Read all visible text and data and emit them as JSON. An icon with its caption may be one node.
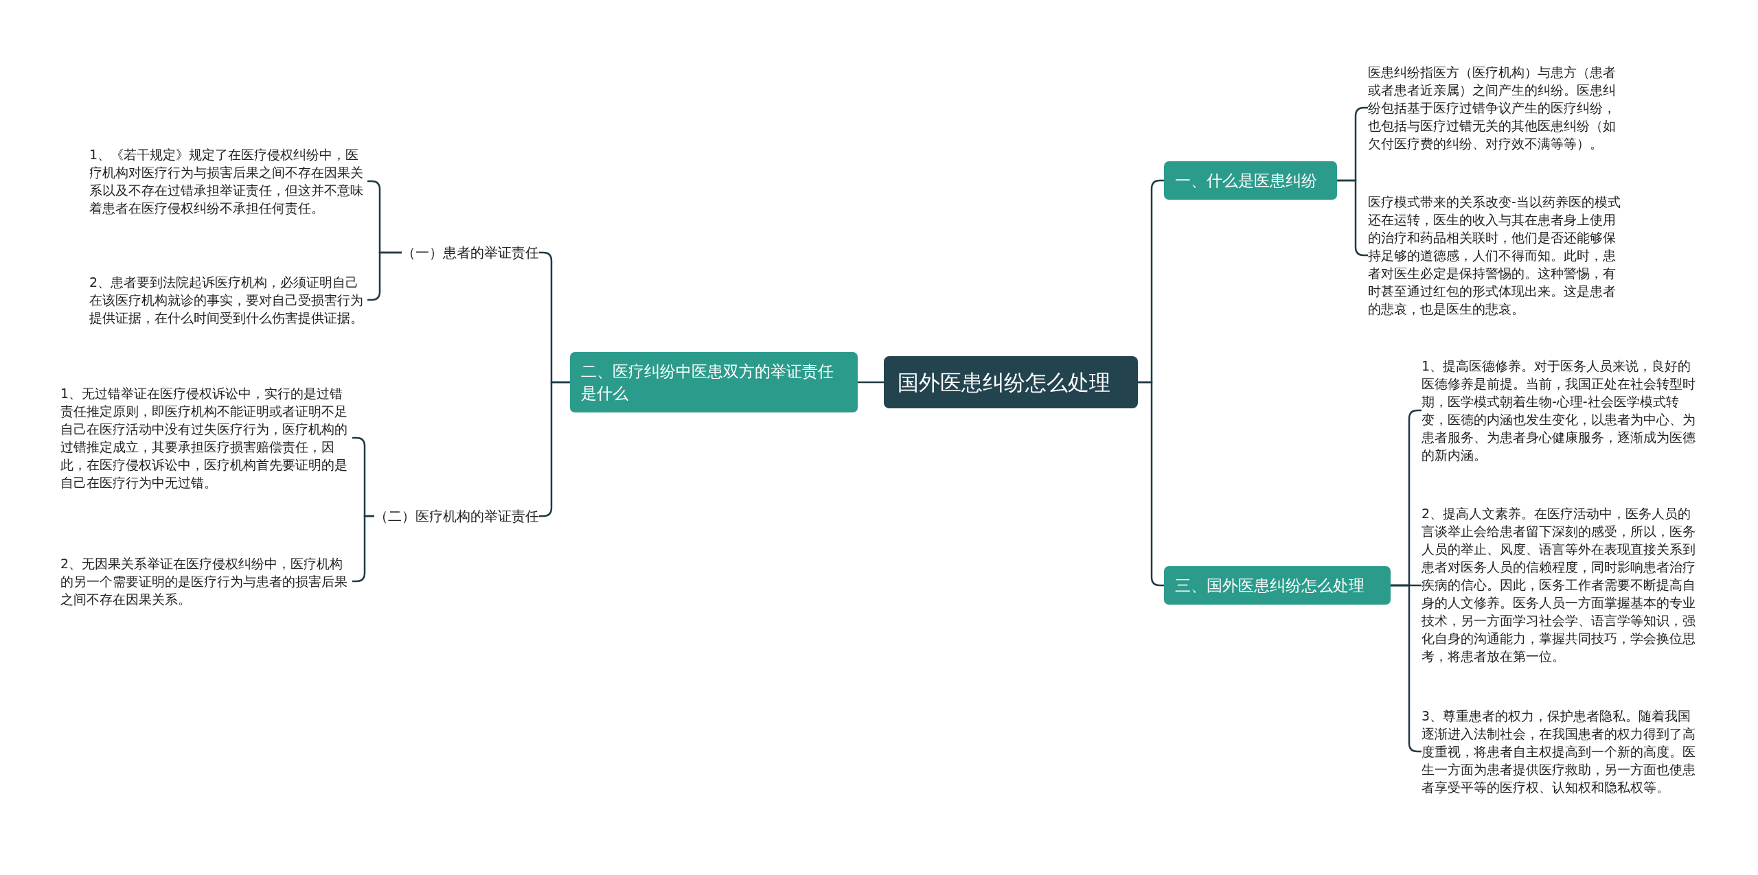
{
  "diagram": {
    "nodes": [
      {
        "text": [
          "国外医患纠纷怎么处理"
        ]
      },
      {
        "text": [
          "一、什么是医患纠纷"
        ]
      },
      {
        "text": [
          "医患纠纷指医方（医疗机构）与患方（患者或者患者近亲属）之间产生的纠纷。医患纠纷包括基于医疗过错争议产生的医疗纠纷，也包括与医疗过错无关的其他医患纠纷（如欠付医疗费的纠纷、对疗效不满等等）。"
        ]
      },
      {
        "text": [
          "医疗模式带来的关系改变-当以药养医的模式还在运转，医生的收入与其在患者身上使用的治疗和药品相关联时，他们是否还能够保持足够的道德感，人们不得而知。此时，患者对医生必定是保持警惕的。这种警惕，有时甚至通过红包的形式体现出来。这是患者的悲哀，也是医生的悲哀。"
        ]
      },
      {
        "text": [
          "二、医疗纠纷中医患双方的举证责任是什么"
        ]
      },
      {
        "text": [
          "（一）患者的举证责任"
        ]
      },
      {
        "text": [
          "1、《若干规定》规定了在医疗侵权纠纷中，医疗机构对医疗行为与损害后果之间不存在因果关系以及不存在过错承担举证责任，但这并不意味着患者在医疗侵权纠纷不承担任何责任。"
        ]
      },
      {
        "text": [
          "2、患者要到法院起诉医疗机构，必须证明自己在该医疗机构就诊的事实，要对自己受损害行为提供证据，在什么时间受到什么伤害提供证据。"
        ]
      },
      {
        "text": [
          "（二）医疗机构的举证责任"
        ]
      },
      {
        "text": [
          "1、无过错举证在医疗侵权诉讼中，实行的是过错责任推定原则，即医疗机构不能证明或者证明不足自己在医疗活动中没有过失医疗行为，医疗机构的过错推定成立，其要承担医疗损害赔偿责任，因此，在医疗侵权诉讼中，医疗机构首先要证明的是自己在医疗行为中无过错。"
        ]
      },
      {
        "text": [
          "2、无因果关系举证在医疗侵权纠纷中，医疗机构的另一个需要证明的是医疗行为与患者的损害后果之间不存在因果关系。"
        ]
      },
      {
        "text": [
          "三、国外医患纠纷怎么处理"
        ]
      },
      {
        "text": [
          "1、提高医德修养。对于医务人员来说，良好的医德修养是前提。当前，我国正处在社会转型时期，医学模式朝着生物-心理-社会医学模式转变，医德的内涵也发生变化，以患者为中心、为患者服务、为患者身心健康服务，逐渐成为医德的新内涵。"
        ]
      },
      {
        "text": [
          "2、提高人文素养。在医疗活动中，医务人员的言谈举止会给患者留下深刻的感受，所以，医务人员的举止、风度、语言等外在表现直接关系到患者对医务人员的信赖程度，同时影响患者治疗疾病的信心。因此，医务工作者需要不断提高自身的人文修养。医务人员一方面掌握基本的专业技术，另一方面学习社会学、语言学等知识，强化自身的沟通能力，掌握共同技巧，学会换位思考，将患者放在第一位。"
        ]
      },
      {
        "text": [
          "3、尊重患者的权力，保护患者隐私。随着我国逐渐进入法制社会，在我国患者的权力得到了高度重视，将患者自主权提高到一个新的高度。医生一方面为患者提供医疗救助，另一方面也使患者享受平等的医疗权、认知权和隐私权等。"
        ]
      }
    ],
    "edges": [
      {
        "from": 0,
        "to": 1,
        "arrow": "none"
      },
      {
        "from": 1,
        "to": 2,
        "arrow": "none"
      },
      {
        "from": 1,
        "to": 3,
        "arrow": "none"
      },
      {
        "from": 0,
        "to": 4,
        "arrow": "none"
      },
      {
        "from": 4,
        "to": 5,
        "arrow": "none"
      },
      {
        "from": 5,
        "to": 6,
        "arrow": "none"
      },
      {
        "from": 5,
        "to": 7,
        "arrow": "none"
      },
      {
        "from": 4,
        "to": 8,
        "arrow": "none"
      },
      {
        "from": 8,
        "to": 9,
        "arrow": "none"
      },
      {
        "from": 8,
        "to": 10,
        "arrow": "none"
      },
      {
        "from": 0,
        "to": 11,
        "arrow": "none"
      },
      {
        "from": 11,
        "to": 12,
        "arrow": "none"
      },
      {
        "from": 11,
        "to": 13,
        "arrow": "none"
      },
      {
        "from": 11,
        "to": 14,
        "arrow": "none"
      }
    ]
  }
}
